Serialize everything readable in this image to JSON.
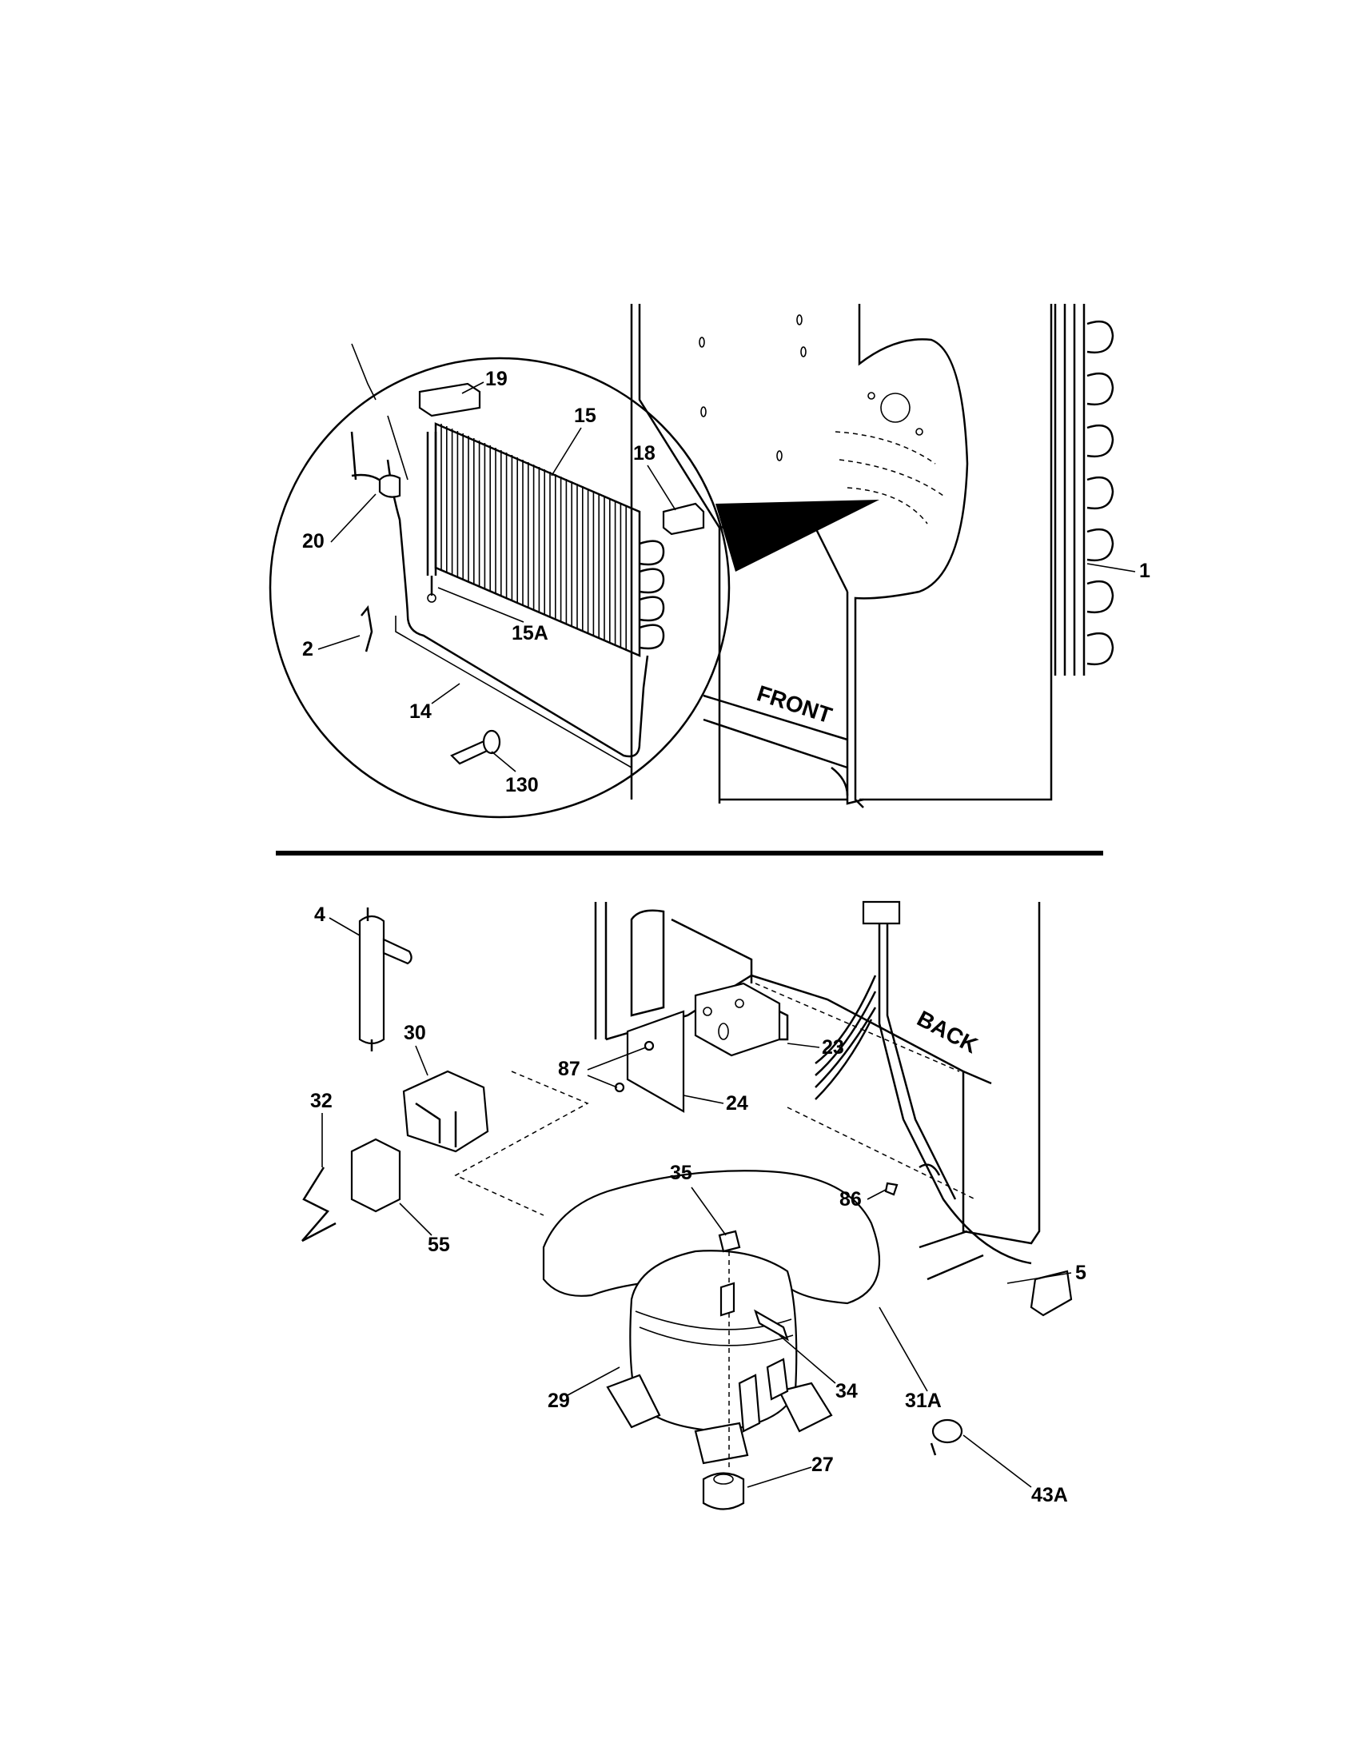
{
  "callouts": {
    "c1": "1",
    "c2": "2",
    "c4": "4",
    "c5": "5",
    "c14": "14",
    "c15": "15",
    "c15a": "15A",
    "c18": "18",
    "c19": "19",
    "c20": "20",
    "c23": "23",
    "c24": "24",
    "c27": "27",
    "c29": "29",
    "c30": "30",
    "c31a": "31A",
    "c32": "32",
    "c34": "34",
    "c35": "35",
    "c43a": "43A",
    "c55": "55",
    "c86": "86",
    "c87": "87",
    "c130": "130"
  },
  "orientation": {
    "front": "FRONT",
    "back": "BACK"
  }
}
